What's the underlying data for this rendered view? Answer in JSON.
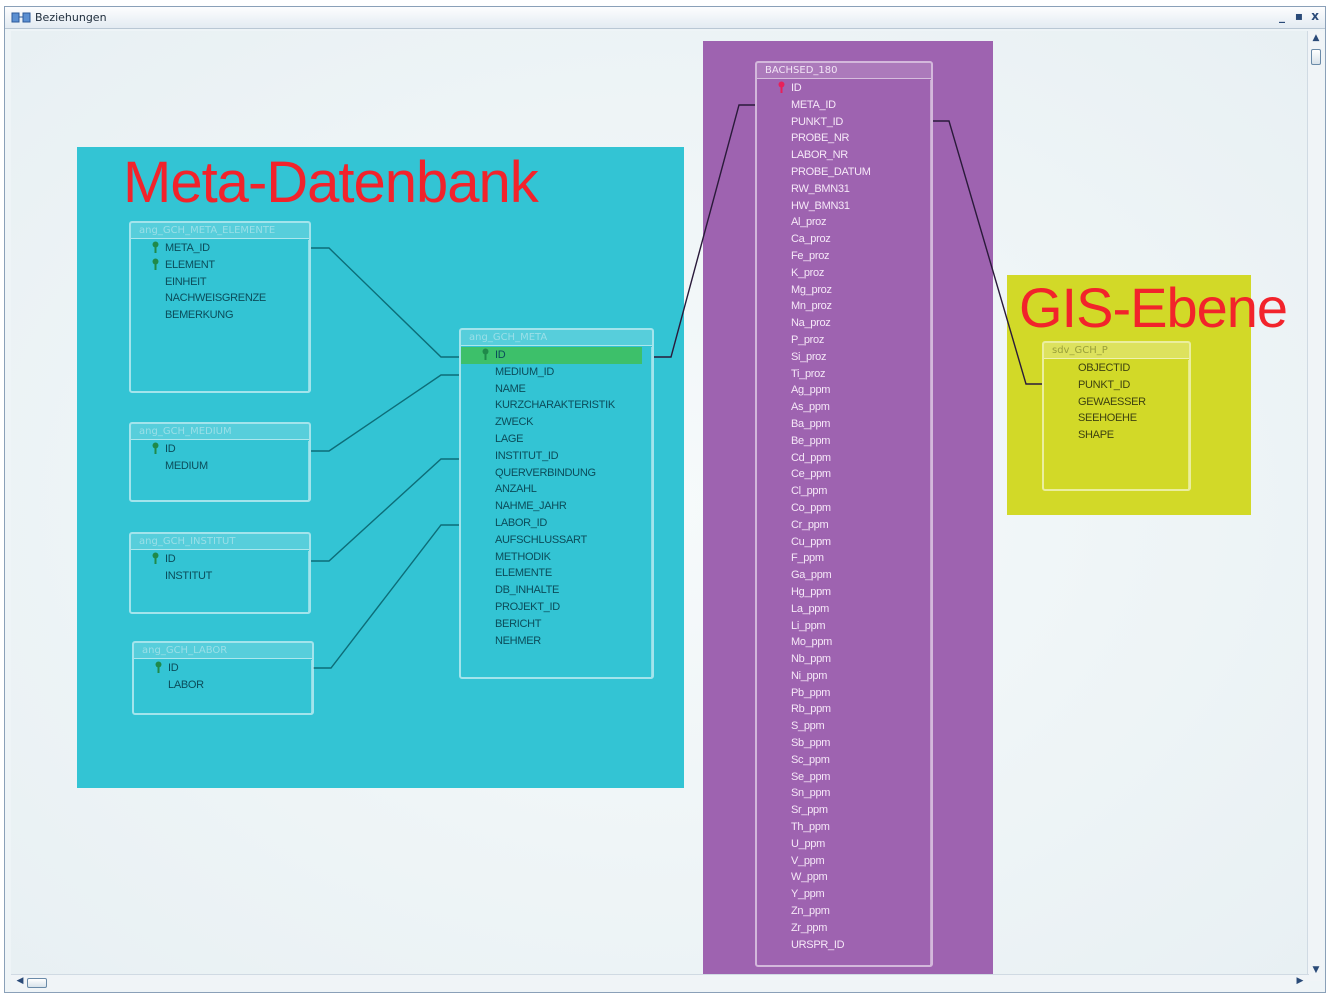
{
  "window": {
    "title": "Beziehungen"
  },
  "regions": {
    "meta_label": "Meta-Datenbank",
    "gis_label": "GIS-Ebene"
  },
  "colors": {
    "meta_region": "#33c4d4",
    "bachsed_region": "#9e63b0",
    "gis_region": "#d2d928",
    "region_label": "#f2232b",
    "selected_row": "#3dc06a"
  },
  "tables": {
    "meta_elemente": {
      "name": "ang_GCH_META_ELEMENTE",
      "fields": [
        "META_ID",
        "ELEMENT",
        "EINHEIT",
        "NACHWEISGRENZE",
        "BEMERKUNG"
      ],
      "keys": [
        0,
        1
      ]
    },
    "medium": {
      "name": "ang_GCH_MEDIUM",
      "fields": [
        "ID",
        "MEDIUM"
      ],
      "keys": [
        0
      ]
    },
    "institut": {
      "name": "ang_GCH_INSTITUT",
      "fields": [
        "ID",
        "INSTITUT"
      ],
      "keys": [
        0
      ]
    },
    "labor": {
      "name": "ang_GCH_LABOR",
      "fields": [
        "ID",
        "LABOR"
      ],
      "keys": [
        0
      ]
    },
    "meta": {
      "name": "ang_GCH_META",
      "fields": [
        "ID",
        "MEDIUM_ID",
        "NAME",
        "KURZCHARAKTERISTIK",
        "ZWECK",
        "LAGE",
        "INSTITUT_ID",
        "QUERVERBINDUNG",
        "ANZAHL",
        "NAHME_JAHR",
        "LABOR_ID",
        "AUFSCHLUSSART",
        "METHODIK",
        "ELEMENTE",
        "DB_INHALTE",
        "PROJEKT_ID",
        "BERICHT",
        "NEHMER"
      ],
      "keys": [
        0
      ],
      "selected": 0
    },
    "bachsed": {
      "name": "BACHSED_180",
      "fields": [
        "ID",
        "META_ID",
        "PUNKT_ID",
        "PROBE_NR",
        "LABOR_NR",
        "PROBE_DATUM",
        "RW_BMN31",
        "HW_BMN31",
        "Al_proz",
        "Ca_proz",
        "Fe_proz",
        "K_proz",
        "Mg_proz",
        "Mn_proz",
        "Na_proz",
        "P_proz",
        "Si_proz",
        "Ti_proz",
        "Ag_ppm",
        "As_ppm",
        "Ba_ppm",
        "Be_ppm",
        "Cd_ppm",
        "Ce_ppm",
        "Cl_ppm",
        "Co_ppm",
        "Cr_ppm",
        "Cu_ppm",
        "F_ppm",
        "Ga_ppm",
        "Hg_ppm",
        "La_ppm",
        "Li_ppm",
        "Mo_ppm",
        "Nb_ppm",
        "Ni_ppm",
        "Pb_ppm",
        "Rb_ppm",
        "S_ppm",
        "Sb_ppm",
        "Sc_ppm",
        "Se_ppm",
        "Sn_ppm",
        "Sr_ppm",
        "Th_ppm",
        "U_ppm",
        "V_ppm",
        "W_ppm",
        "Y_ppm",
        "Zn_ppm",
        "Zr_ppm",
        "URSPR_ID"
      ],
      "keys": [
        0
      ]
    },
    "gis": {
      "name": "sdv_GCH_P",
      "fields": [
        "OBJECTID",
        "PUNKT_ID",
        "GEWAESSER",
        "SEEHOEHE",
        "SHAPE"
      ],
      "keys": []
    }
  },
  "icons": {
    "key": "key-icon",
    "app": "relationships-app-icon"
  }
}
